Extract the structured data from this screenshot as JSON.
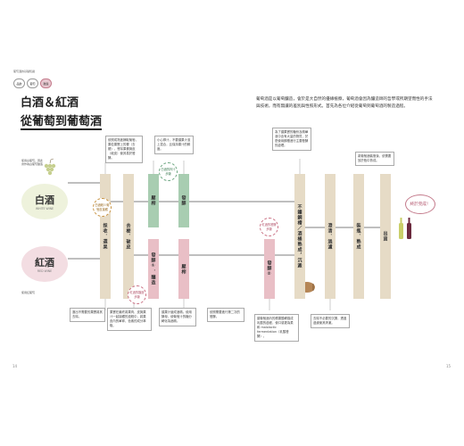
{
  "header": {
    "section": "葡萄酒的基礎知識"
  },
  "chips": [
    "品飲",
    "葡萄",
    "釀造"
  ],
  "title": {
    "line1": "白酒＆紅酒",
    "line2": "從葡萄到葡萄酒"
  },
  "intro": "葡萄酒是以葡萄釀造，會於是大自然的優緣植察，葡萄酒會因為釀造師的哲學或所期望而性的手法與技術，而有無讓的差別與性照形式。首先為各位介紹從葡萄到葡萄酒的製造過程。",
  "side_labels": {
    "white_grape": "使用白葡萄，因此會作為白葡萄釀造",
    "red_grape": "使用紅葡萄"
  },
  "wine_types": {
    "white": {
      "name": "白酒",
      "en": "WHITE WINE"
    },
    "red": {
      "name": "紅酒",
      "en": "RED WINE"
    }
  },
  "steps": {
    "harvest": "採收．選果",
    "destem": "去梗．破皮",
    "press_w": "壓榨",
    "ferment_w": "發酵",
    "ferment_r": "發酵①．釀造",
    "press_r": "壓榨",
    "ferment2": "發酵②",
    "stabilize": "不鏽鋼槽／酒桶熟成，沉澱",
    "clarify": "澄清．過濾",
    "bottle": "裝瓶．熟成",
    "ship": "出貨"
  },
  "rings": {
    "white_destem": "白酒較少葡萄皮接觸",
    "white_juice": "白酒的榨汁步驟",
    "red_process": "紅酒的釀造步驟",
    "red_ferment": "紅酒的發酵步驟"
  },
  "notes": {
    "n1": "依照成熟度摘取葡萄，果粒果實上的梗（去梗），會除果梗與皮（破皮）使其易於發酵。",
    "n2": "小心榨汁，不要讓果汁渣上混合，且保持果汁的鮮度。",
    "n3": "讓果汁變成酒精。使用酵母，使葡萄汁的糖分轉化為酒精。",
    "n4": "為了讓果實的糖份及精華液中含有大量的物質，於是使用鋼槽進行主要發酵的處理。",
    "n5": "果實在最終將果肉、皮與果汁一起接觸的過程中，將果皮內的單寧、色素的成分萃取。",
    "n6": "讓葡萄酒內的蘋果酸轉換成乳酸的過程，使口感更為柔和 malolactic fermentation（乳酸發酵）。",
    "n7": "去除不必要的沉澱，透過過濾使其清澈。",
    "n8": "將葡萄酒裝瓶後，依需要放於瓶中熟成。",
    "n9": "選出不需要的果實將其去除。",
    "n10": "依照需要進行第二次的發酵。"
  },
  "bubble": "終於完成！",
  "page_numbers": {
    "left": "14",
    "right": "15"
  }
}
